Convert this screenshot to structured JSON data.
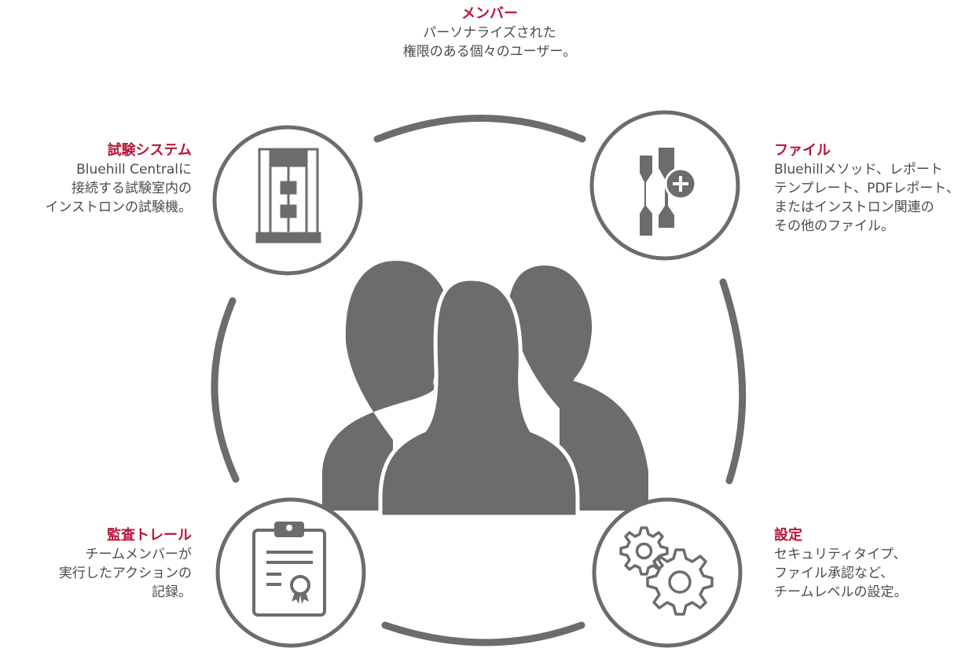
{
  "accent_color": "#b8163a",
  "icon_color": "#6c6c6c",
  "member": {
    "title": "メンバー",
    "lines": [
      "パーソナライズされた",
      "権限のある個々のユーザー。"
    ]
  },
  "test_system": {
    "title": "試験システム",
    "lines": [
      "Bluehill Centralに",
      "接続する試験室内の",
      "インストロンの試験機。"
    ]
  },
  "file": {
    "title": "ファイル",
    "lines": [
      "Bluehillメソッド、レポート",
      "テンプレート、PDFレポート、",
      "またはインストロン関連の",
      "その他のファイル。"
    ]
  },
  "audit_trail": {
    "title": "監査トレール",
    "lines": [
      "チームメンバーが",
      "実行したアクションの",
      "記録。"
    ]
  },
  "settings": {
    "title": "設定",
    "lines": [
      "セキュリティタイプ、",
      "ファイル承認など、",
      "チームレベルの設定。"
    ]
  },
  "icons": {
    "center": "team-people-icon",
    "test_system": "testing-machine-icon",
    "file": "file-add-icon",
    "audit_trail": "clipboard-certificate-icon",
    "settings": "gears-icon"
  }
}
